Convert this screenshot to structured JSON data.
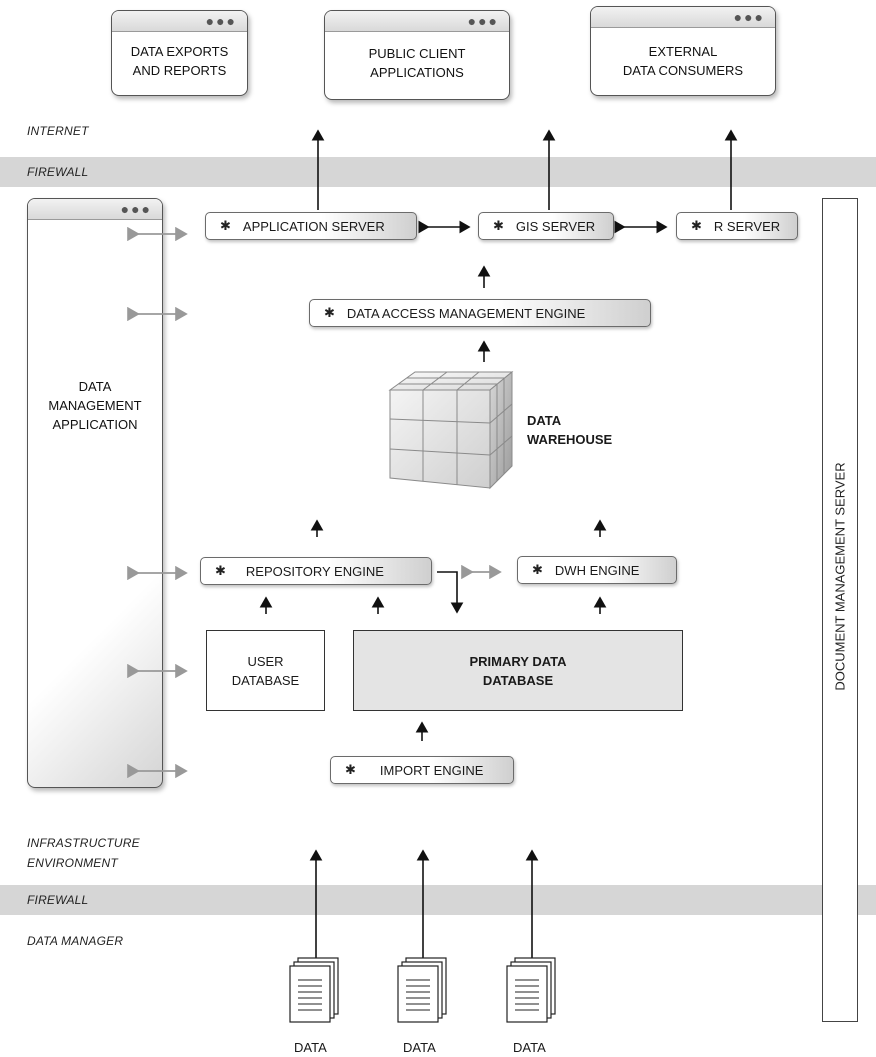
{
  "top_windows": [
    {
      "line1": "DATA EXPORTS",
      "line2": "AND REPORTS"
    },
    {
      "line1": "PUBLIC CLIENT",
      "line2": "APPLICATIONS"
    },
    {
      "line1": "EXTERNAL",
      "line2": "DATA CONSUMERS"
    }
  ],
  "zones": {
    "internet": "INTERNET",
    "firewall_top": "FIREWALL",
    "infrastructure_line1": "INFRASTRUCTURE",
    "infrastructure_line2": "ENVIRONMENT",
    "firewall_bottom": "FIREWALL",
    "data_manager": "DATA MANAGER"
  },
  "data_management_app": {
    "line1": "DATA",
    "line2": "MANAGEMENT",
    "line3": "APPLICATION"
  },
  "document_management_server": "DOCUMENT MANAGEMENT SERVER",
  "engines": {
    "application_server": "APPLICATION SERVER",
    "gis_server": "GIS SERVER",
    "r_server": "R SERVER",
    "data_access": "DATA ACCESS MANAGEMENT ENGINE",
    "repository": "REPOSITORY ENGINE",
    "dwh": "DWH ENGINE",
    "import": "IMPORT ENGINE"
  },
  "data_warehouse": {
    "line1": "DATA",
    "line2": "WAREHOUSE"
  },
  "user_database": {
    "line1": "USER",
    "line2": "DATABASE"
  },
  "primary_database": {
    "line1": "PRIMARY DATA",
    "line2": "DATABASE"
  },
  "data_sources": [
    "DATA",
    "DATA",
    "DATA"
  ],
  "icons": {
    "gear": "gear-icon",
    "window_dots": "ellipsis-icon",
    "document": "document-stack-icon",
    "cube": "data-cube-icon"
  }
}
